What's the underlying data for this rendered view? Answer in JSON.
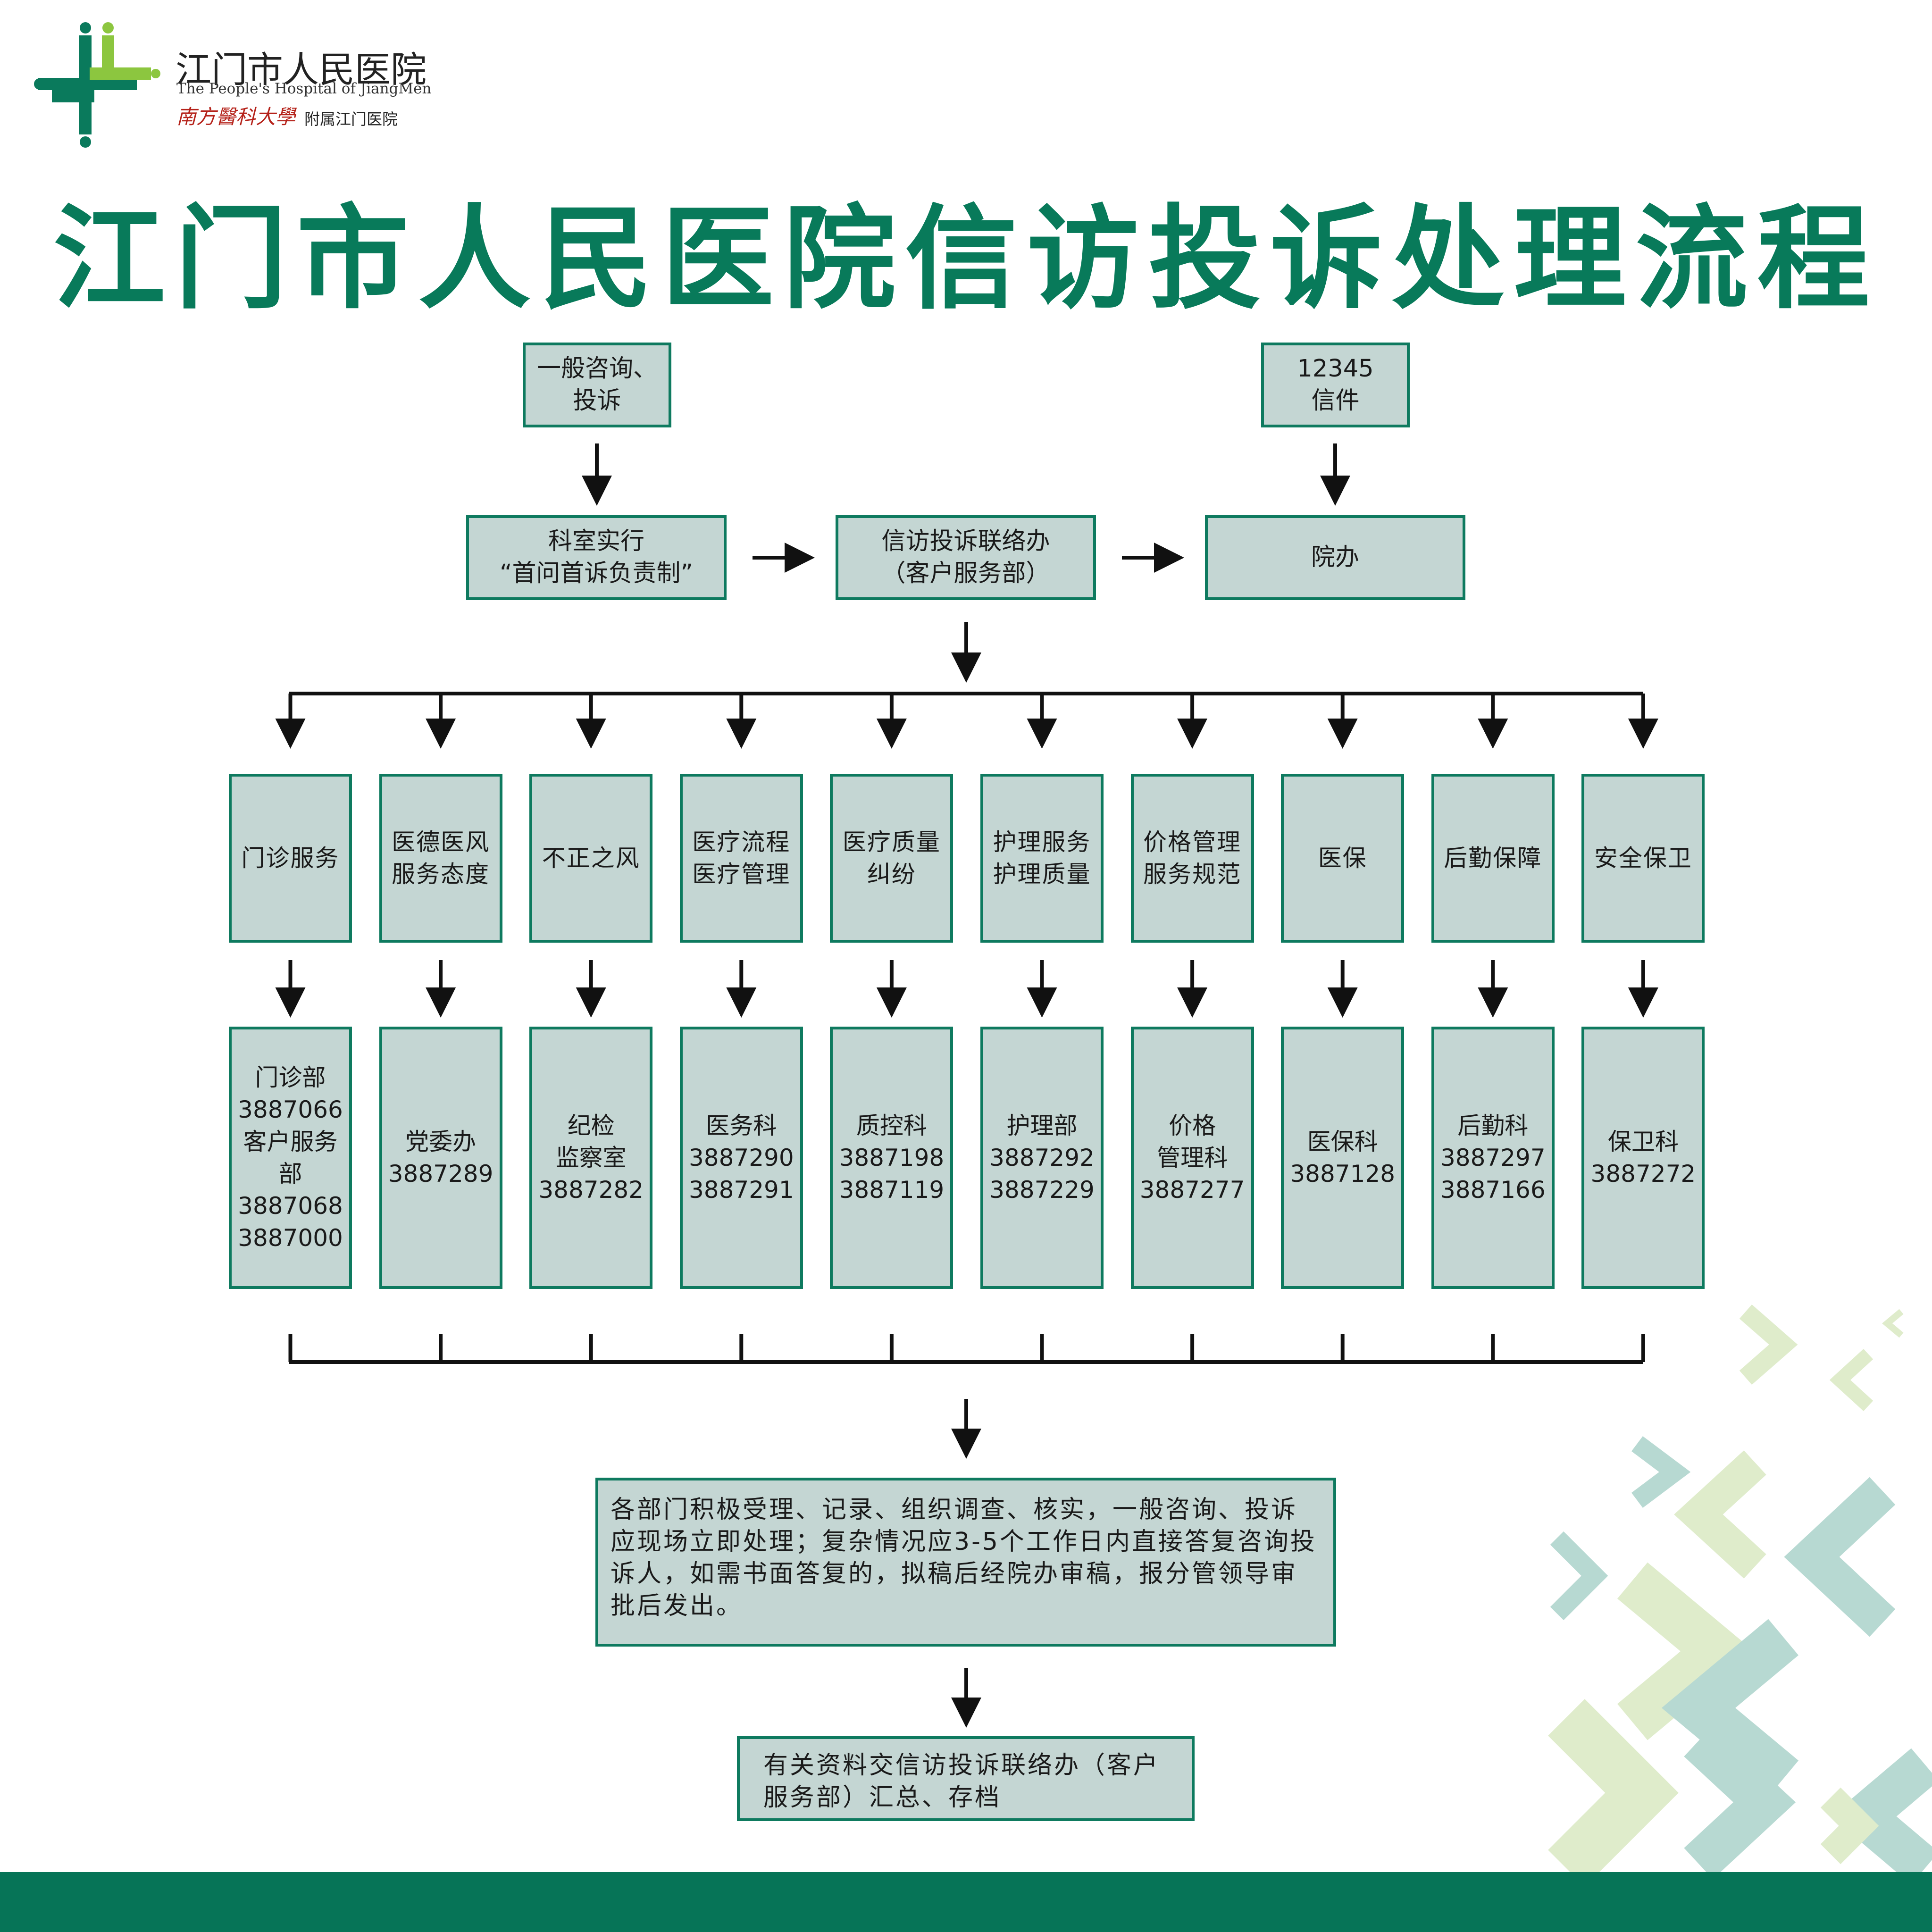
{
  "header": {
    "hospital_name_cn": "江门市人民医院",
    "hospital_name_en": "The People's Hospital of JiangMen",
    "university": "南方醫科大學",
    "affiliation": "附属江门医院",
    "title": "江门市人民医院信访投诉处理流程"
  },
  "sources": {
    "general": "一般咨询、\n投诉",
    "hotline": "12345\n信件"
  },
  "row2": {
    "department": "科室实行\n“首问首诉负责制”",
    "liaison": "信访投诉联络办\n（客户服务部）",
    "office": "院办"
  },
  "categories": [
    "门诊服务",
    "医德医风\n服务态度",
    "不正之风",
    "医疗流程\n医疗管理",
    "医疗质量\n纠纷",
    "护理服务\n护理质量",
    "价格管理\n服务规范",
    "医保",
    "后勤保障",
    "安全保卫"
  ],
  "handlers": [
    "门诊部\n3887066\n客户服务部\n3887068\n3887000",
    "党委办\n3887289",
    "纪检\n监察室\n3887282",
    "医务科\n3887290\n3887291",
    "质控科\n3887198\n3887119",
    "护理部\n3887292\n3887229",
    "价格\n管理科\n3887277",
    "医保科\n3887128",
    "后勤科\n3887297\n3887166",
    "保卫科\n3887272"
  ],
  "process": "各部门积极受理、记录、组织调查、核实，一般咨询、投诉应现场立即处理；复杂情况应3-5个工作日内直接答复咨询投诉人，如需书面答复的，拟稿后经院办审稿，报分管领导审批后发出。",
  "archive": "有关资料交信访投诉联络办（客户服务部）汇总、存档",
  "colors": {
    "brand_green": "#087a5a",
    "box_fill": "#c4d6d3",
    "logo_light_green": "#8cc63f",
    "decor_light": "#dfeccb",
    "decor_teal": "#b7d9d2"
  }
}
